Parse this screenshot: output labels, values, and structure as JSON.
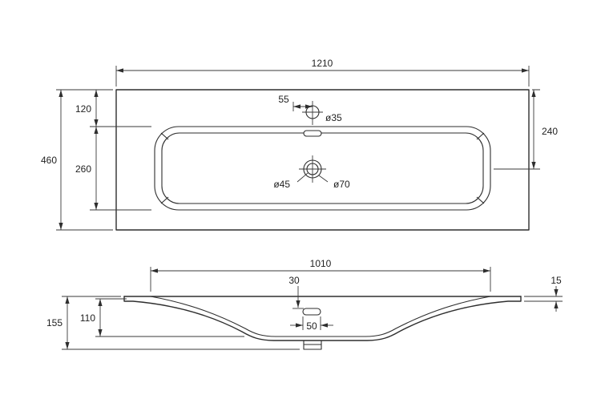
{
  "meta": {
    "background_color": "#ffffff",
    "line_color": "#2e2e2e"
  },
  "top_view": {
    "overall_width": "1210",
    "overall_depth": "460",
    "back_edge_to_basin": "120",
    "basin_inner_depth": "260",
    "back_edge_to_drain": "240",
    "faucet_offset": "55",
    "faucet_hole_dia": "ø35",
    "drain_inner_dia": "ø45",
    "drain_outer_dia": "ø70"
  },
  "front_view": {
    "basin_inner_width": "1010",
    "top_to_drain_opening": "30",
    "rim_edge_thickness": "15",
    "overall_height": "155",
    "basin_inner_height": "110",
    "drain_opening_width": "50"
  }
}
